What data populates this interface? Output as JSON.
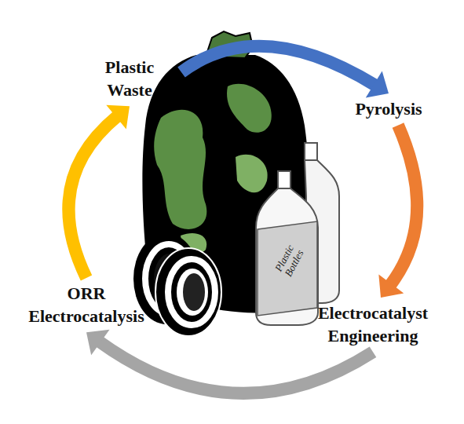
{
  "diagram": {
    "nodes": [
      {
        "text": [
          "Plastic Waste"
        ]
      },
      {
        "text": [
          "Pyrolysis"
        ]
      },
      {
        "text": [
          "Electrocatalyst Engineering"
        ]
      },
      {
        "text": [
          "ORR Electrocatalysis"
        ]
      },
      {
        "text": [
          "Plastic Bottles"
        ]
      }
    ],
    "edges": [
      {
        "from": 0,
        "to": 1,
        "arrow": "to"
      },
      {
        "from": 1,
        "to": 2,
        "arrow": "to"
      },
      {
        "from": 2,
        "to": 3,
        "arrow": "to"
      },
      {
        "from": 3,
        "to": 0,
        "arrow": "to"
      }
    ]
  }
}
